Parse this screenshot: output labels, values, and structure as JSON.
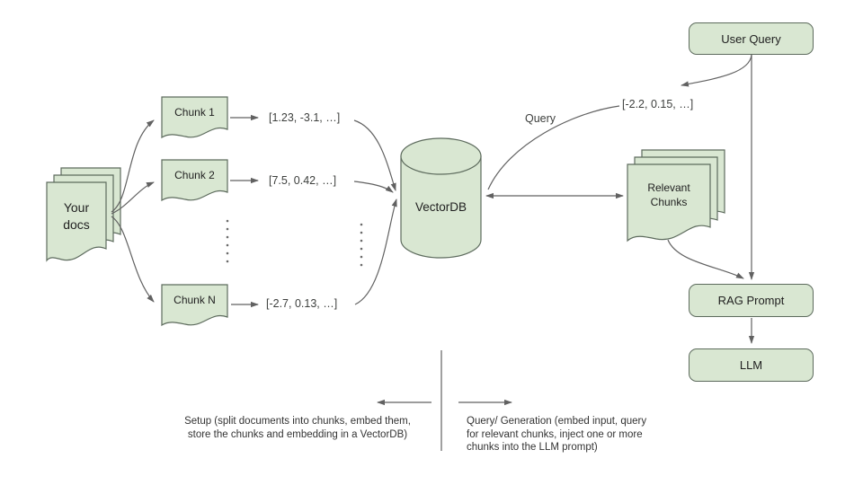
{
  "title": "RAG architecture diagram",
  "colors": {
    "node_fill": "#d9e7d2",
    "node_stroke": "#5d6b5d",
    "connector": "#616161",
    "label_text": "#1f1f1f",
    "secondary_text": "#3d3f3d"
  },
  "nodes": {
    "your_docs": {
      "label": "Your\ndocs"
    },
    "chunk_1": {
      "label": "Chunk 1"
    },
    "chunk_2": {
      "label": "Chunk 2"
    },
    "chunk_n": {
      "label": "Chunk N"
    },
    "vector_1": {
      "label": "[1.23, -3.1, …]"
    },
    "vector_2": {
      "label": "[7.5, 0.42, …]"
    },
    "vector_n": {
      "label": "[-2.7, 0.13, …]"
    },
    "vectordb": {
      "label": "VectorDB"
    },
    "user_query": {
      "label": "User Query"
    },
    "query_vector": {
      "label": "[-2.2, 0.15, …]"
    },
    "relevant_chunks": {
      "label": "Relevant\nChunks"
    },
    "rag_prompt": {
      "label": "RAG Prompt"
    },
    "llm": {
      "label": "LLM"
    }
  },
  "edges": {
    "query_label": "Query"
  },
  "captions": {
    "setup": "Setup (split documents into chunks, embed them,\nstore the chunks and embedding in a VectorDB)",
    "query_generation": "Query/ Generation (embed input, query\nfor relevant chunks, inject one or more\nchunks into the LLM prompt)"
  }
}
